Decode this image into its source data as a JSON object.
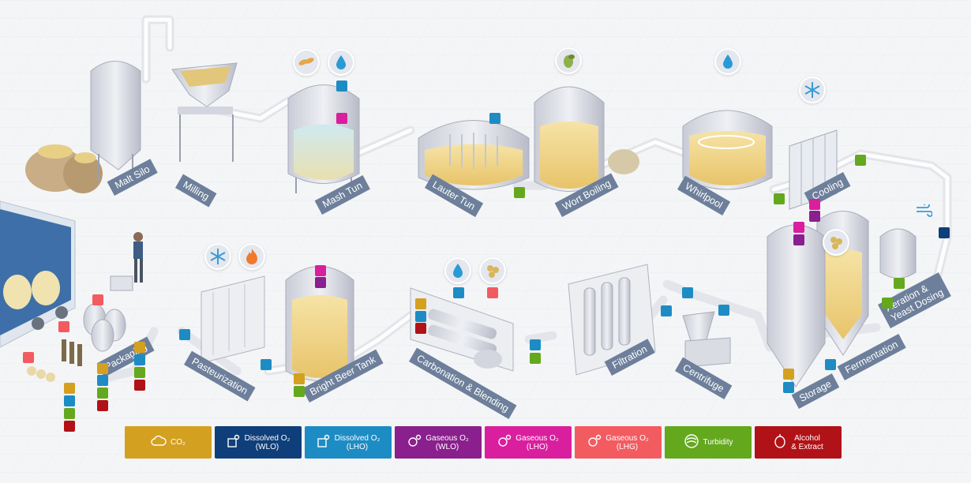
{
  "colors": {
    "co2": "#d4a020",
    "dissolved_o2_wlo": "#0f3f7a",
    "dissolved_o2_lho": "#1d8cc4",
    "gaseous_o2_wlo": "#8a1f8d",
    "gaseous_o2_lho": "#d91f9e",
    "gaseous_o2_lhg": "#f25b60",
    "turbidity": "#64a81e",
    "alcohol_extract": "#b11217",
    "label_bg": "#6d7f9a"
  },
  "stages": {
    "malt_silo": "Malt Silo",
    "milling": "Milling",
    "mash_tun": "Mash Tun",
    "lauter_tun": "Lauter Tun",
    "wort_boiling": "Wort Boiling",
    "whirlpool": "Whirlpool",
    "cooling": "Cooling",
    "aeration": "Aeration &\nYeast Dosing",
    "fermentation": "Fermentation",
    "storage": "Storage",
    "centrifuge": "Centrifuge",
    "filtration": "Filtration",
    "carbonation": "Carbonation & Blending",
    "bright_beer_tank": "Bright Beer Tank",
    "pasteurization": "Pasteurization",
    "packaging": "Packaging"
  },
  "icons": [
    "wheat-icon",
    "water-drop-icon",
    "hop-icon",
    "water-drop-icon",
    "snowflake-icon",
    "snowflake-icon",
    "flame-icon",
    "water-drop-icon",
    "grain-icon",
    "grain-icon",
    "aeration-icon"
  ],
  "legend": [
    {
      "key": "co2",
      "label": "CO₂",
      "icon": "cloud-co2-icon"
    },
    {
      "key": "dissolved_o2_wlo",
      "label": "Dissolved O₂\n(WLO)",
      "icon": "dissolved-o2-icon"
    },
    {
      "key": "dissolved_o2_lho",
      "label": "Dissolved O₂\n(LHO)",
      "icon": "dissolved-o2-icon"
    },
    {
      "key": "gaseous_o2_wlo",
      "label": "Gaseous O₂\n(WLO)",
      "icon": "gaseous-o2-icon"
    },
    {
      "key": "gaseous_o2_lho",
      "label": "Gaseous O₂\n(LHO)",
      "icon": "gaseous-o2-icon"
    },
    {
      "key": "gaseous_o2_lhg",
      "label": "Gaseous O₂\n(LHG)",
      "icon": "gaseous-o2-icon"
    },
    {
      "key": "turbidity",
      "label": "Turbidity",
      "icon": "turbidity-icon"
    },
    {
      "key": "alcohol_extract",
      "label": "Alcohol\n& Extract",
      "icon": "hop-icon"
    }
  ]
}
